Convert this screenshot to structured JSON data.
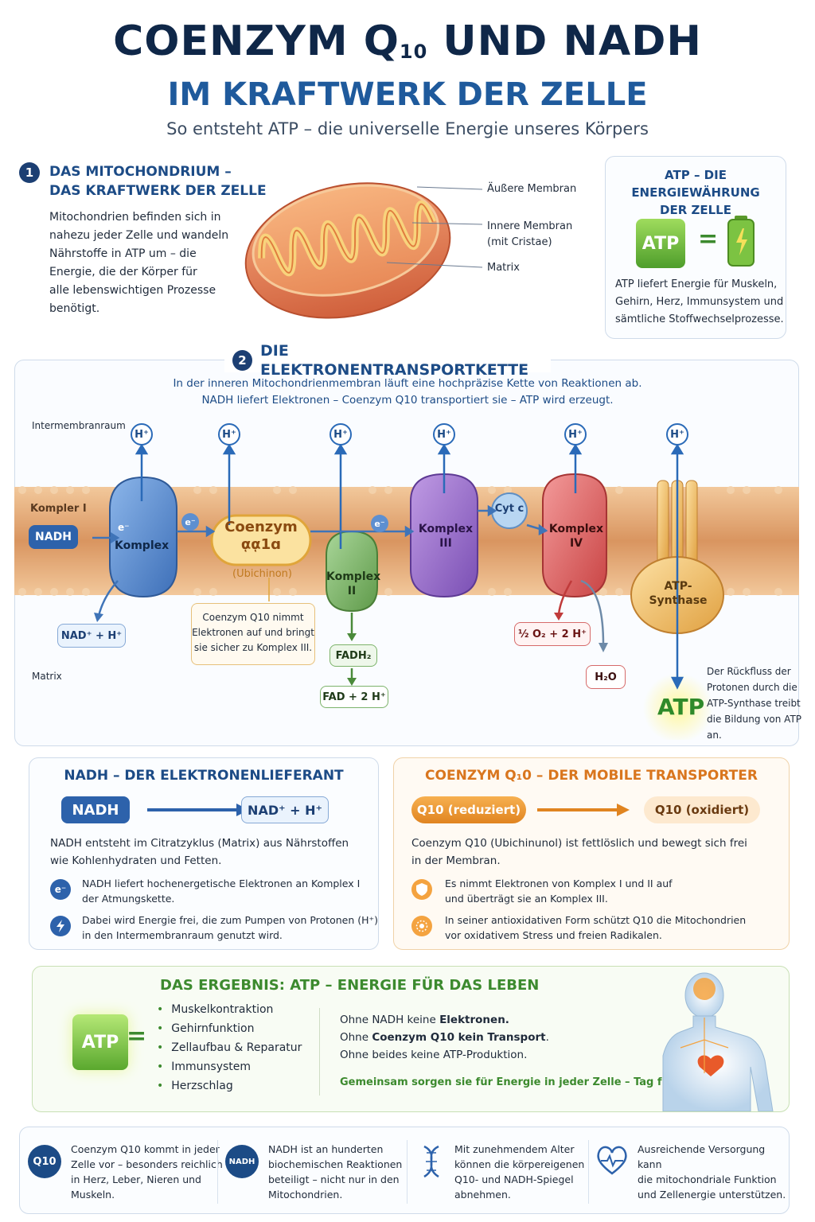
{
  "header": {
    "title_main": "COENZYM Q",
    "title_sub": "10",
    "title_rest": " UND NADH",
    "title2": "IM KRAFTWERK DER ZELLE",
    "subtitle": "So entsteht ATP – die universelle Energie unseres Körpers"
  },
  "section1": {
    "number": "1",
    "heading_line1": "DAS MITOCHONDRIUM –",
    "heading_line2": "DAS KRAFTWERK DER ZELLE",
    "text": [
      "Mitochondrien befinden sich in",
      "nahezu jeder Zelle und wandeln",
      "Nährstoffe in ATP um – die",
      "Energie, die der Körper für",
      "alle lebenswichtigen Prozesse",
      "benötigt."
    ],
    "labels": {
      "outer": "Äußere Membran",
      "inner1": "Innere Membran",
      "inner2": "(mit Cristae)",
      "matrix": "Matrix"
    }
  },
  "atp_box": {
    "heading_line1": "ATP – DIE ENERGIEWÄHRUNG",
    "heading_line2": "DER ZELLE",
    "atp": "ATP",
    "equals": "=",
    "text": [
      "ATP liefert Energie für Muskeln,",
      "Gehirn, Herz, Immunsystem und",
      "sämtliche Stoffwechselprozesse."
    ]
  },
  "section2": {
    "number": "2",
    "heading": "DIE ELEKTRONENTRANSPORTKETTE",
    "intro1": "In der inneren Mitochondrienmembran läuft eine hochpräzise Kette von Reaktionen ab.",
    "intro2": "NADH liefert Elektronen – Coenzym Q10 transportiert sie – ATP wird erzeugt.",
    "intermembrane": "Intermembranraum",
    "matrix": "Matrix",
    "hplus": "H⁺",
    "electron": "e⁻",
    "nadh": "NADH",
    "komplex_left_label": "Kompler I",
    "komplex1": "Komplex",
    "nad_plus": "NAD⁺ + H⁺",
    "coenzym_line1": "Coenzym",
    "coenzym_line2": "ᾳᾳ1ɑ",
    "ubichinon": "(Ubichinon)",
    "callout": [
      "Coenzym Q10 nimmt",
      "Elektronen auf und bringt",
      "sie sicher zu Komplex III."
    ],
    "komplex2_line1": "Komplex",
    "komplex2_line2": "II",
    "fadh2": "FADH₂",
    "fad": "FAD + 2 H⁺",
    "komplex3_line1": "Komplex",
    "komplex3_line2": "III",
    "cytc": "Cyt c",
    "komplex4_line1": "Komplex",
    "komplex4_line2": "IV",
    "oxygen": "½ O₂ + 2 H⁺",
    "water": "H₂O",
    "synthase_line1": "ATP-",
    "synthase_line2": "Synthase",
    "atp": "ATP",
    "backflow": [
      "Der Rückfluss der",
      "Protonen durch die",
      "ATP-Synthase treibt",
      "die Bildung von ATP an."
    ]
  },
  "nadh_box": {
    "heading": "NADH – DER ELEKTRONENLIEFERANT",
    "from": "NADH",
    "to": "NAD⁺ + H⁺",
    "text": [
      "NADH entsteht im Citratzyklus (Matrix) aus Nährstoffen",
      "wie Kohlenhydraten und Fetten."
    ],
    "icon1": "e⁻",
    "point1": [
      "NADH liefert hochenergetische Elektronen an Komplex I",
      "der Atmungskette."
    ],
    "point2": [
      "Dabei wird Energie frei, die zum Pumpen von Protonen (H⁺)",
      "in den Intermembranraum genutzt wird."
    ]
  },
  "q10_box": {
    "heading": "COENZYM Q₁0 – DER MOBILE TRANSPORTER",
    "from": "Q10 (reduziert)",
    "to": "Q10 (oxidiert)",
    "text": [
      "Coenzym Q10 (Ubichinunol) ist fettlöslich und bewegt sich frei",
      "in der Membran."
    ],
    "point1": [
      "Es nimmt Elektronen von Komplex I und II auf",
      "und überträgt sie an Komplex III."
    ],
    "point2": [
      "In seiner antioxidativen Form schützt Q10 die Mitochondrien",
      "vor oxidativem Stress und freien Radikalen."
    ]
  },
  "result": {
    "heading": "DAS ERGEBNIS: ATP – ENERGIE FÜR DAS LEBEN",
    "atp": "ATP",
    "equals": "=",
    "bullets": [
      "Muskelkontraktion",
      "Gehirnfunktion",
      "Zellaufbau & Reparatur",
      "Immunsystem",
      "Herzschlag"
    ],
    "line1_pre": "Ohne NADH keine ",
    "line1_bold": "Elektronen.",
    "line2_pre": "Ohne ",
    "line2_bold": "Coenzym Q10 kein Transport",
    "line2_post": ".",
    "line3": "Ohne beides keine ATP-Produktion.",
    "tagline": "Gemeinsam sorgen sie für Energie in jeder Zelle – Tag für Tag."
  },
  "facts": [
    {
      "badge": "Q10",
      "text": [
        "Coenzym Q10 kommt in jeder",
        "Zelle vor – besonders reichlich",
        "in Herz, Leber, Nieren und",
        "Muskeln."
      ]
    },
    {
      "badge": "NADH",
      "text": [
        "NADH ist an hunderten",
        "biochemischen Reaktionen",
        "beteiligt – nicht nur in den",
        "Mitochondrien."
      ]
    },
    {
      "badge": "",
      "text": [
        "Mit zunehmendem Alter",
        "können die körpereigenen",
        "Q10- und NADH-Spiegel",
        "abnehmen."
      ]
    },
    {
      "badge": "",
      "text": [
        "Ausreichende Versorgung kann",
        "die mitochondriale Funktion",
        "und Zellenergie unterstützen."
      ]
    }
  ],
  "colors": {
    "navy": "#0f2748",
    "blue": "#1f5a9c",
    "green": "#3c8a2e",
    "orange": "#d9761e",
    "membrane": "#e2a36a"
  }
}
